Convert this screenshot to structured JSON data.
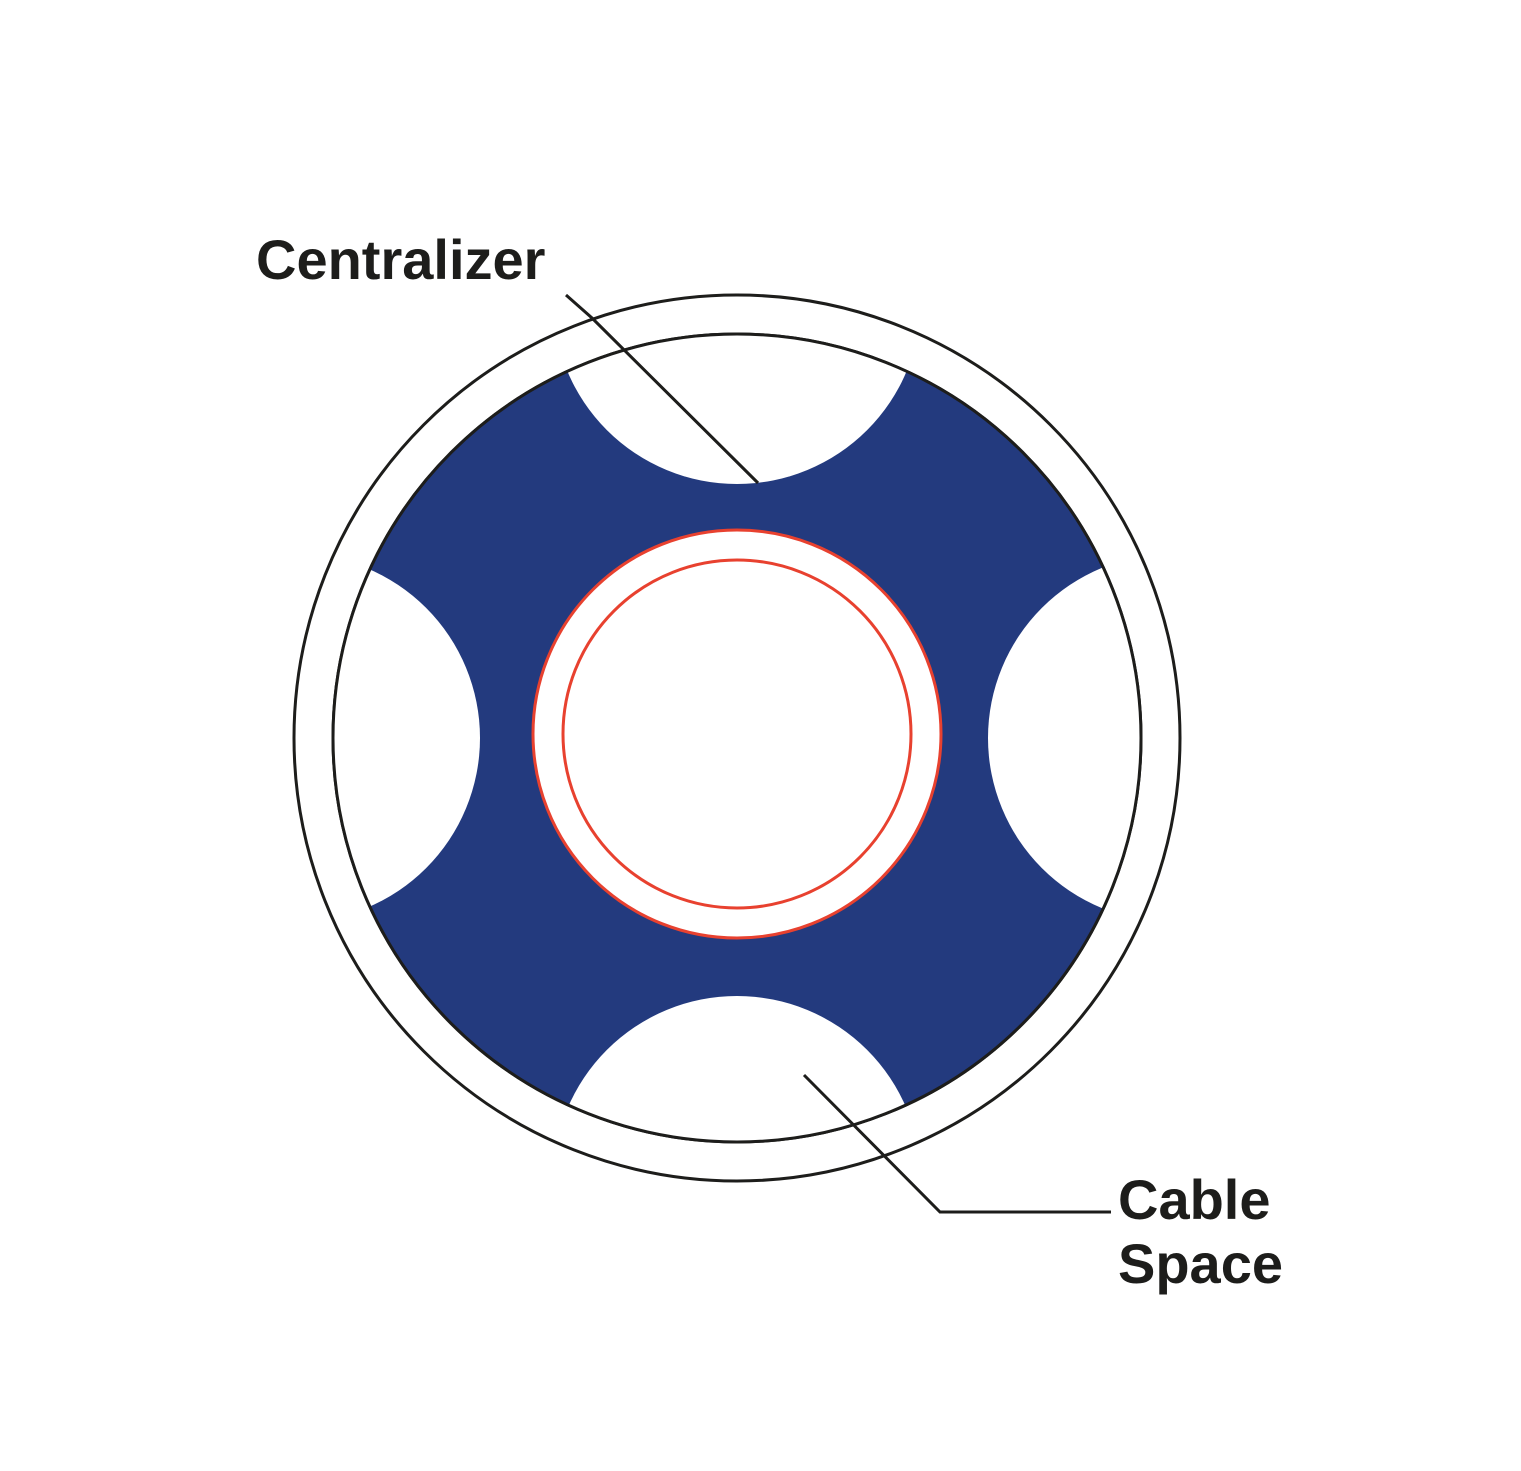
{
  "labels": {
    "centralizer": "Centralizer",
    "cable_space_line1": "Cable",
    "cable_space_line2": "Space"
  },
  "colors": {
    "centralizer_body": "#233a7e",
    "tubing_ring": "#e8412f",
    "outline": "#1d1d1b",
    "background": "#ffffff",
    "label_text": "#1d1d1b"
  }
}
